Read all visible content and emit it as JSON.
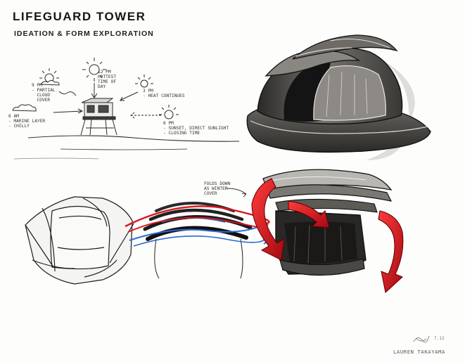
{
  "sheet": {
    "title": "LIFEGUARD TOWER",
    "subtitle": "IDEATION & FORM EXPLORATION",
    "signature_date": "7.12",
    "author": "LAUREN TAKAYAMA"
  },
  "sun_study": {
    "noon": "12 PM\nHOTTEST\nTIME OF\nDAY",
    "morning": "9 PM\n- PARTIAL\n  CLOUD\n  COVER",
    "early_morning": "6 AM\n- MARINE LAYER\n- CHILLY",
    "afternoon": "3 PM\n- HEAT CONTINUES",
    "evening": "6 PM\n- SUNSET, DIRECT SUNLIGHT\n- CLOSING TIME"
  },
  "form_study": {
    "callout": "FOLDS DOWN\nAS WINTER\nCOVER"
  },
  "colors": {
    "ink": "#1a1a1a",
    "marker_gray": "#5c5a56",
    "marker_red": "#d8141e",
    "marker_blue": "#2b6ad6"
  }
}
